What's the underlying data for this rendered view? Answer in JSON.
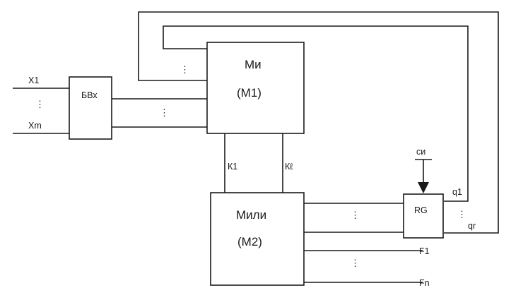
{
  "diagram": {
    "inputs": {
      "first": "X1",
      "last": "Xm",
      "ellipsis": "⋮"
    },
    "input_block": {
      "label": "БВх"
    },
    "moore_block": {
      "name": "Ми",
      "sub": "(М1)"
    },
    "mealy_block": {
      "name": "Мили",
      "sub": "(М2)"
    },
    "register": {
      "label": "RG",
      "clock": "си",
      "out_first": "q1",
      "out_last": "qr"
    },
    "links": {
      "first": "К1",
      "last": "Кℓ"
    },
    "outputs": {
      "first": "F1",
      "last": "Fn"
    },
    "colors": {
      "line": "#1a1a1a",
      "background": "#ffffff"
    }
  }
}
